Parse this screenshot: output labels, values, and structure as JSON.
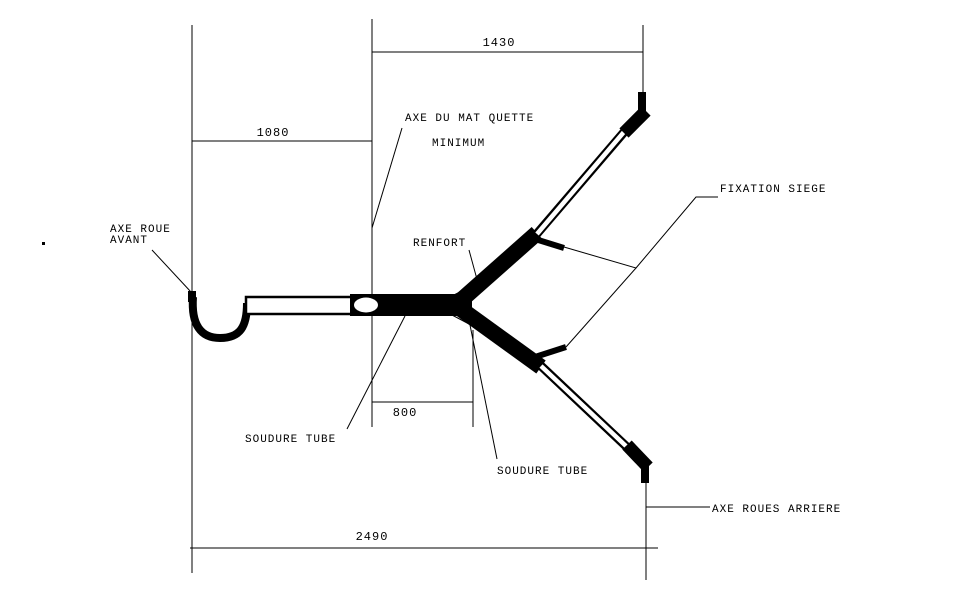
{
  "drawing": {
    "background_color": "#ffffff",
    "line_color": "#000000",
    "labels": {
      "axe_roue_avant_line1": "AXE ROUE",
      "axe_roue_avant_line2": "AVANT",
      "axe_du_mat": "AXE DU MAT QUETTE",
      "minimum": "MINIMUM",
      "renfort": "RENFORT",
      "fixation_siege": "FIXATION SIEGE",
      "soudure_tube_left": "SOUDURE TUBE",
      "soudure_tube_right": "SOUDURE TUBE",
      "axe_roues_arriere": "AXE ROUES ARRIERE"
    },
    "dimensions": {
      "top_span": "1430",
      "front_span": "1080",
      "gusset_span": "800",
      "overall_span": "2490"
    }
  }
}
